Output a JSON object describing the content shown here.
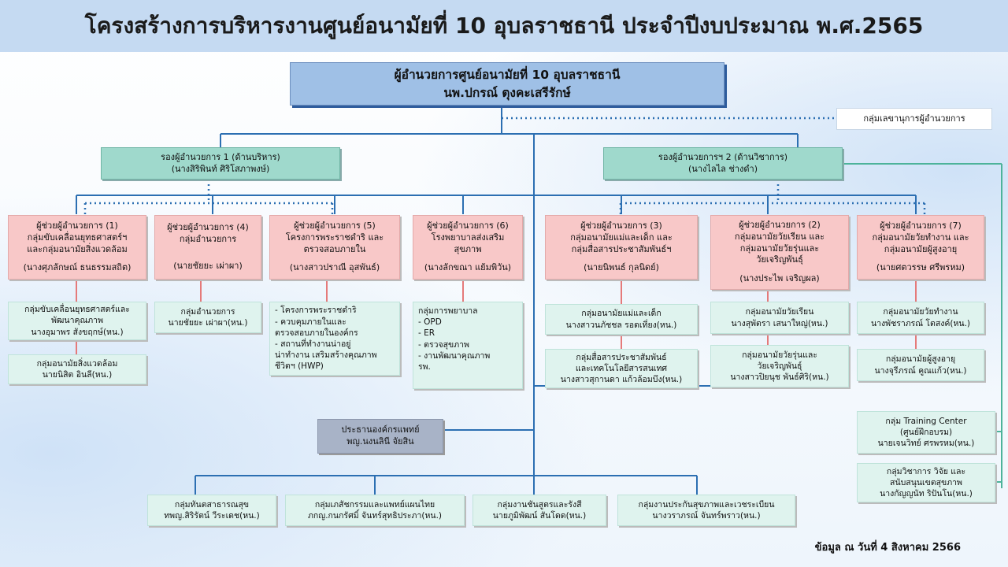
{
  "title": "โครงสร้างการบริหารงานศูนย์อนามัยที่ 10  อุบลราชธานี ประจำปีงบประมาณ พ.ศ.2565",
  "director": {
    "line1": "ผู้อำนวยการศูนย์อนามัยที่ 10 อุบลราชธานี",
    "line2": "นพ.ปกรณ์ ตุงคะเสรีรักษ์"
  },
  "secretary_group": "กลุ่มเลขานุการผู้อำนวยการ",
  "deputy1": {
    "line1": "รองผู้อำนวยการ 1 (ด้านบริหาร)",
    "line2": "(นางสิริพินท์ ศิริโสภาพงษ์)"
  },
  "deputy2": {
    "line1": "รองผู้อำนวยการฯ 2 (ด้านวิชาการ)",
    "line2": "(นางไลไล ช่างดำ)"
  },
  "assistants": [
    {
      "line1": "ผู้ช่วยผู้อำนวยการ (1)",
      "line2": "กลุ่มขับเคลื่อนยุทธศาสตร์ฯ",
      "line3": "และกลุ่มอนามัยสิ่งแวดล้อม",
      "person": "(นางศุภลักษณ์ ธนธรรมสถิต)"
    },
    {
      "line1": "ผู้ช่วยผู้อำนวยการ (4)",
      "line2": "กลุ่มอำนวยการ",
      "line3": "",
      "person": "(นายชัยยะ เผ่าผา)"
    },
    {
      "line1": "ผู้ช่วยผู้อำนวยการ (5)",
      "line2": "โครงการพระราชดำริ และ",
      "line3": "ตรวจสอบภายใน",
      "person": "(นางสาวปราณี  อุสพันธ์)"
    },
    {
      "line1": "ผู้ช่วยผู้อำนวยการ (6)",
      "line2": "โรงพยาบาลส่งเสริม",
      "line3": "สุขภาพ",
      "person": "(นางลักขณา แย้มพิวัน)"
    },
    {
      "line1": "ผู้ช่วยผู้อำนวยการ (3)",
      "line2": "กลุ่มอนามัยแม่และเด็ก และ",
      "line3": "กลุ่มสื่อสารประชาสัมพันธ์ฯ",
      "person": "(นายนิพนธ์ กุลนิดย์)"
    },
    {
      "line1": "ผู้ช่วยผู้อำนวยการ (2)",
      "line2": "กลุ่มอนามัยวัยเรียน และ",
      "line3": "กลุ่มอนามัยวัยรุ่นและ",
      "line4": "วัยเจริญพันธุ์",
      "person": "(นางประไพ เจริญผล)"
    },
    {
      "line1": "ผู้ช่วยผู้อำนวยการ (7)",
      "line2": "กลุ่มอนามัยวัยทำงาน และ",
      "line3": "กลุ่มอนามัยผู้สูงอายุ",
      "person": "(นายศตวรรษ  ศรีพรหม)"
    }
  ],
  "groups": {
    "g1a": [
      "กลุ่มขับเคลื่อนยุทธศาสตร์และ",
      "พัฒนาคุณภาพ",
      "นางอุมาพร  สังขฤกษ์(หน.)"
    ],
    "g1b": [
      "กลุ่มอนามัยสิ่งแวดล้อม",
      "นายนิสิต  อินลี(หน.)"
    ],
    "g4a": [
      "กลุ่มอำนวยการ",
      "นายชัยยะ เผ่าผา(หน.)"
    ],
    "g5a": [
      "- โครงการพระราชดำริ",
      "- ควบคุมภายในและ",
      "ตรวจสอบภายในองค์กร",
      "- สถานที่ทำงานน่าอยู่",
      "น่าทำงาน เสริมสร้างคุณภาพ",
      "ชีวิตฯ (HWP)"
    ],
    "g6a": [
      "กลุ่มการพยาบาล",
      "- OPD",
      "- ER",
      "- ตรวจสุขภาพ",
      "- งานพัฒนาคุณภาพ",
      "รพ."
    ],
    "g3a": [
      "กลุ่มอนามัยแม่และเด็ก",
      "นางสาวนภัชชล รอดเที่ยง(หน.)"
    ],
    "g3b": [
      "กลุ่มสื่อสารประชาสัมพันธ์",
      "และเทคโนโลยีสารสนเทศ",
      "นางสาวสุกานดา แก้วล้อมบึง(หน.)"
    ],
    "g2a": [
      "กลุ่มอนามัยวัยเรียน",
      "นางสุพัตรา เสนาใหญ่(หน.)"
    ],
    "g2b": [
      "กลุ่มอนามัยวัยรุ่นและ",
      "วัยเจริญพันธุ์",
      "นางสาวปิยนุช พันธ์ศิริ(หน.)"
    ],
    "g7a": [
      "กลุ่มอนามัยวัยทำงาน",
      "นางพัชราภรณ์ โตสงค์(หน.)"
    ],
    "g7b": [
      "กลุ่มอนามัยผู้สูงอายุ",
      "นางจุรีภรณ์ คูณแก้ว(หน.)"
    ],
    "training": [
      "กลุ่ม Training Center",
      "(ศูนย์ฝึกอบรม)",
      "นายเจนวิทย์ ศรพรหม(หน.)"
    ],
    "research": [
      "กลุ่มวิชาการ วิจัย และ",
      "สนับสนุนเขตสุขภาพ",
      "นางกัญญนัท ริปันโน(หน.)"
    ]
  },
  "medical_org": [
    "ประธานองค์กรแพทย์",
    "พญ.นงนลินี จัยสิน"
  ],
  "bottom_groups": [
    [
      "กลุ่มทันตสาธารณสุข",
      "ทพญ.สิริรัตน์ วีระเดช(หน.)"
    ],
    [
      "กลุ่มเภสัชกรรมและแพทย์แผนไทย",
      "ภกญ.กนกรัศมิ์  จันทร์สุทธิประภา(หน.)"
    ],
    [
      "กลุ่มงานชันสูตรและรังสี",
      "นายภูมิพัฒน์  สันโดด(หน.)"
    ],
    [
      "กลุ่มงานประกันสุขภาพและเวชระเบียน",
      "นางวราภรณ์  จันทร์พราว(หน.)"
    ]
  ],
  "footer": "ข้อมูล ณ วันที่ 4 สิงหาคม 2566",
  "colors": {
    "line": "#2c6fb2",
    "red_link": "#e57a7a",
    "green_link": "#4db39a"
  }
}
